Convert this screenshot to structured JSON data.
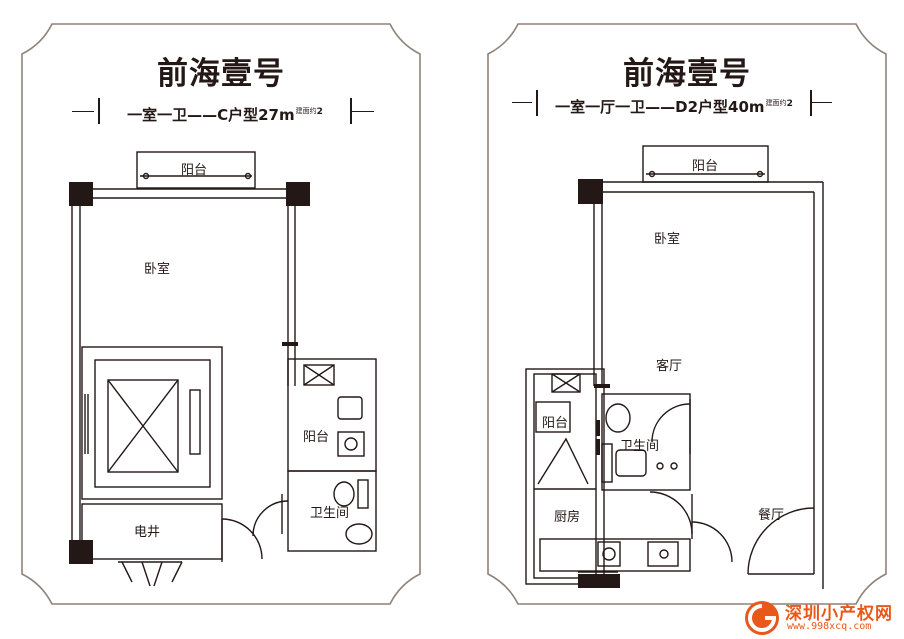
{
  "left_plan": {
    "title": "前海壹号",
    "subtitle_prefix": "一室一卫——C户型",
    "area_value": "27",
    "area_unit": "m",
    "area_small": "建面约",
    "area_exp": "2",
    "rooms": {
      "balcony_top": "阳台",
      "bedroom": "卧室",
      "balcony_side": "阳台",
      "bathroom": "卫生间",
      "electric_shaft": "电井"
    }
  },
  "right_plan": {
    "title": "前海壹号",
    "subtitle_prefix": "一室一厅一卫——D2户型",
    "area_value": "40",
    "area_unit": "m",
    "area_small": "建面约",
    "area_exp": "2",
    "rooms": {
      "balcony_top": "阳台",
      "bedroom": "卧室",
      "living_room": "客厅",
      "balcony_side": "阳台",
      "bathroom": "卫生间",
      "kitchen": "厨房",
      "dining_room": "餐厅"
    }
  },
  "watermark": {
    "name": "深圳小产权网",
    "url": "www.998xcq.com"
  },
  "colors": {
    "frame": "#8f8278",
    "ink": "#231815",
    "watermark": "#e8581a"
  }
}
